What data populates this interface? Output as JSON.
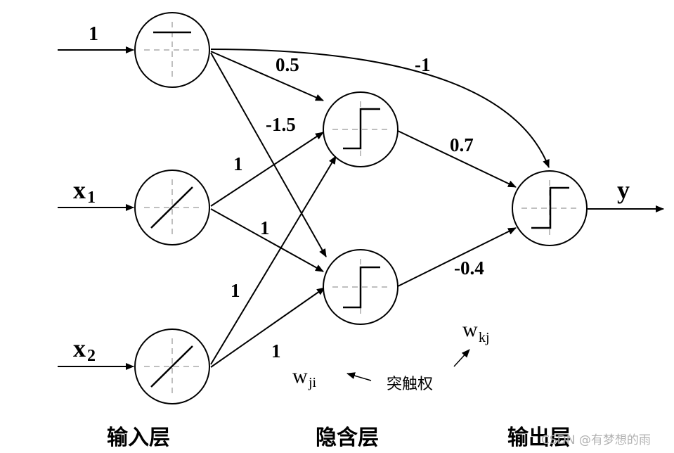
{
  "inputs": {
    "bias_label": "1",
    "x1_base": "x",
    "x1_sub": "1",
    "x2_base": "x",
    "x2_sub": "2"
  },
  "output": {
    "label": "y"
  },
  "weights": {
    "bias_to_h1": "0.5",
    "bias_to_h2": "-1.5",
    "bias_to_out": "-1",
    "x1_to_h1": "1",
    "x1_to_h2": "1",
    "x2_to_h1": "1",
    "x2_to_h2": "1",
    "h1_to_out": "0.7",
    "h2_to_out": "-0.4"
  },
  "annotations": {
    "wji_base": "w",
    "wji_sub": "ji",
    "wkj_base": "w",
    "wkj_sub": "kj",
    "synapse_weight": "突触权"
  },
  "layers": {
    "input": "输入层",
    "hidden": "隐含层",
    "output": "输出层"
  },
  "watermark": "CSDN @有梦想的雨"
}
